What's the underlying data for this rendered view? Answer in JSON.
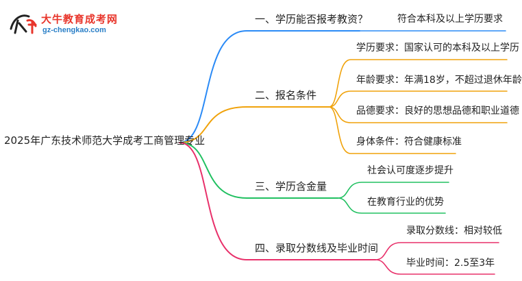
{
  "logo": {
    "title": "大牛教育成考网",
    "url": "gz-chengkao.com"
  },
  "root": "2025年广东技术师范大学成考工商管理专业",
  "branches": [
    {
      "label": "一、学历能否报考教资？",
      "color": "#2a8af6",
      "children": [
        "符合本科及以上学历要求"
      ]
    },
    {
      "label": "二、报名条件",
      "color": "#f0a20a",
      "children": [
        "学历要求：国家认可的本科及以上学历",
        "年龄要求：年满18岁，不超过退休年龄",
        "品德要求：良好的思想品德和职业道德",
        "身体条件：符合健康标准"
      ]
    },
    {
      "label": "三、学历含金量",
      "color": "#20c060",
      "children": [
        "社会认可度逐步提升",
        "在教育行业的优势"
      ]
    },
    {
      "label": "四、录取分数线及毕业时间",
      "color": "#e8306a",
      "children": [
        "录取分数线：相对较低",
        "毕业时间：2.5至3年"
      ]
    }
  ]
}
